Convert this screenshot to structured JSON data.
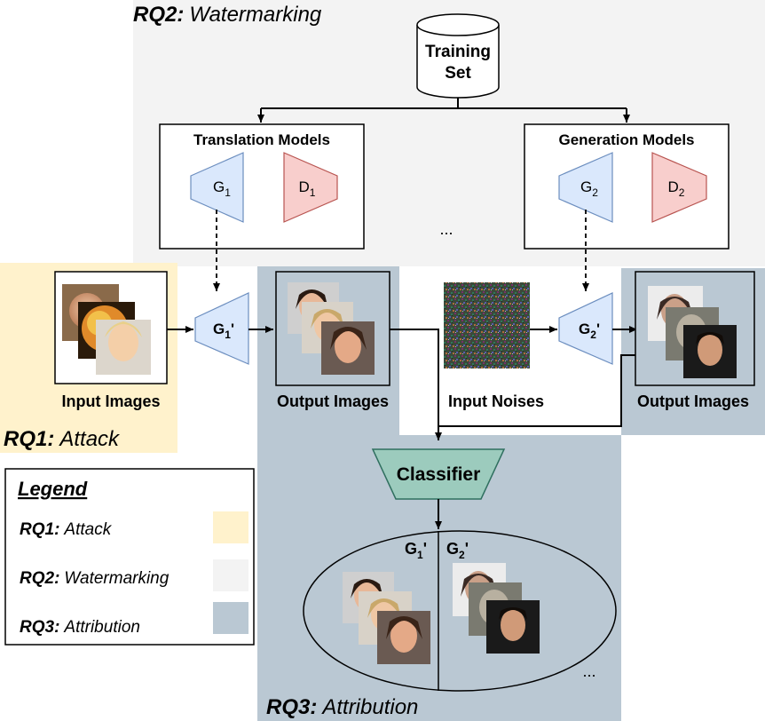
{
  "regions": {
    "rq2": {
      "code": "RQ2:",
      "label": "Watermarking",
      "color": "#f3f3f3"
    },
    "rq1": {
      "code": "RQ1:",
      "label": "Attack",
      "color": "#fff2cc"
    },
    "rq3": {
      "code": "RQ3:",
      "label": "Attribution",
      "color": "#bac8d3"
    }
  },
  "training_set": {
    "line1": "Training",
    "line2": "Set"
  },
  "translation_models": {
    "title": "Translation Models",
    "g": "G",
    "g_sub": "1",
    "d": "D",
    "d_sub": "1"
  },
  "generation_models": {
    "title": "Generation Models",
    "g": "G",
    "g_sub": "2",
    "d": "D",
    "d_sub": "2"
  },
  "ellipsis": "...",
  "g1_prime": {
    "base": "G",
    "sub": "1",
    "prime": "'"
  },
  "g2_prime": {
    "base": "G",
    "sub": "2",
    "prime": "'"
  },
  "input_images_label": "Input Images",
  "output_images_label_1": "Output Images",
  "output_images_label_2": "Output Images",
  "input_noises_label": "Input Noises",
  "classifier_label": "Classifier",
  "attribution": {
    "left_header": "G",
    "left_sub": "1",
    "right_header": "G",
    "right_sub": "2",
    "prime": "'",
    "ellipsis": "..."
  },
  "legend": {
    "title": "Legend",
    "items": [
      {
        "code": "RQ1:",
        "label": "Attack",
        "color": "#fff2cc"
      },
      {
        "code": "RQ2:",
        "label": "Watermarking",
        "color": "#f3f3f3"
      },
      {
        "code": "RQ3:",
        "label": "Attribution",
        "color": "#bac8d3"
      }
    ]
  },
  "colors": {
    "generator_fill": "#dae8fc",
    "generator_stroke": "#6c8ebf",
    "discriminator_fill": "#f8cecc",
    "discriminator_stroke": "#b85450",
    "classifier_fill": "#9ccbbd",
    "classifier_stroke": "#2f6f5f"
  }
}
